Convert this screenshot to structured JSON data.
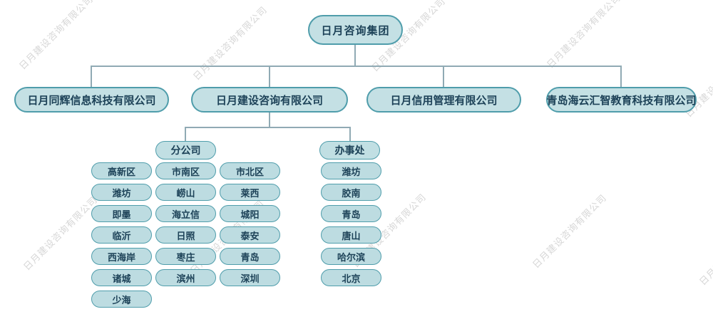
{
  "watermark": {
    "text": "日月建设咨询有限公司"
  },
  "org": {
    "root": {
      "label": "日月咨询集团"
    },
    "companies": [
      {
        "label": "日月同辉信息科技有限公司"
      },
      {
        "label": "日月建设咨询有限公司"
      },
      {
        "label": "日月信用管理有限公司"
      },
      {
        "label": "青岛海云汇智教育科技有限公司"
      }
    ],
    "groups": [
      {
        "label": "分公司",
        "items": [
          "高新区",
          "市南区",
          "市北区",
          "潍坊",
          "崂山",
          "莱西",
          "即墨",
          "海立信",
          "城阳",
          "临沂",
          "日照",
          "泰安",
          "西海岸",
          "枣庄",
          "青岛",
          "诸城",
          "滨州",
          "深圳",
          "少海"
        ]
      },
      {
        "label": "办事处",
        "items": [
          "潍坊",
          "胶南",
          "青岛",
          "唐山",
          "哈尔滨",
          "北京"
        ]
      }
    ]
  },
  "colors": {
    "node_fill": "#c4e0e4",
    "node_border": "#4f9dab",
    "node_text": "#1d4258",
    "connector": "#90aab4",
    "watermark": "#d7d7d7"
  }
}
